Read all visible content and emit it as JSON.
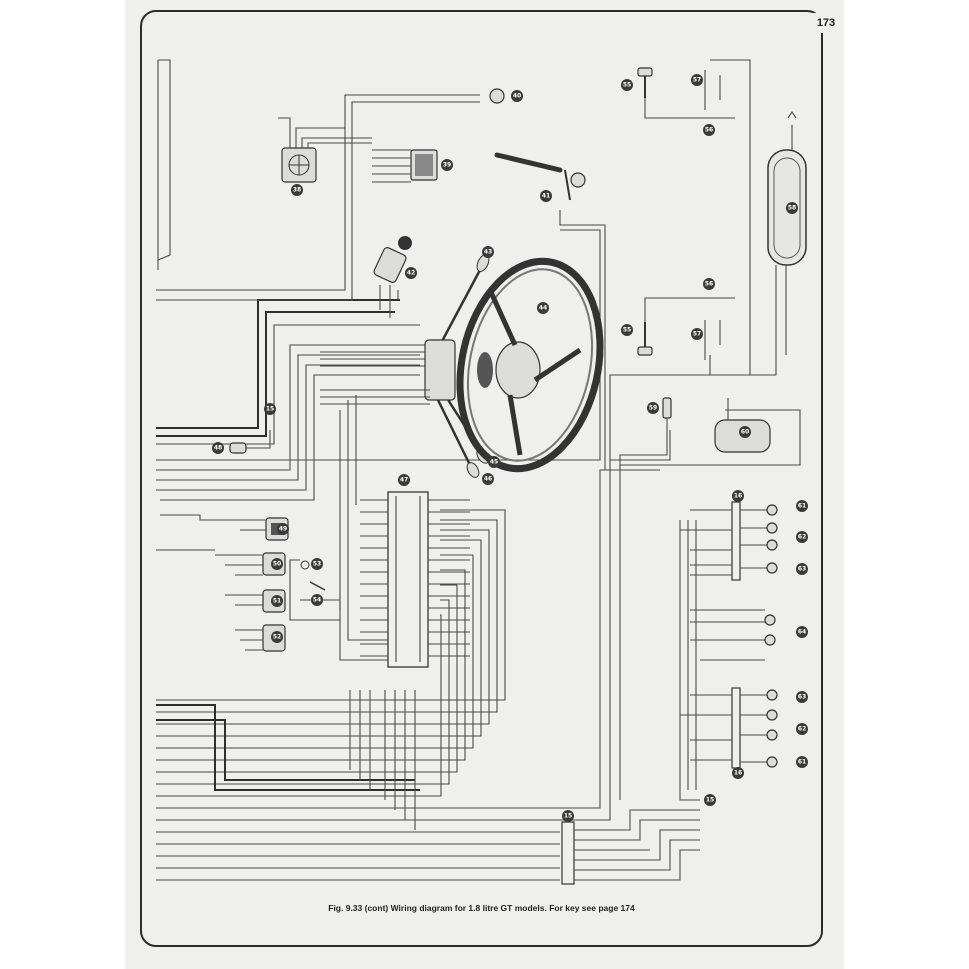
{
  "page_number": "173",
  "caption": "Fig. 9.33 (cont) Wiring diagram for 1.8 litre GT models. For key see page 174",
  "components": [
    {
      "id": "c38",
      "label": "38"
    },
    {
      "id": "c39",
      "label": "39"
    },
    {
      "id": "c40",
      "label": "40"
    },
    {
      "id": "c41",
      "label": "41"
    },
    {
      "id": "c42",
      "label": "42"
    },
    {
      "id": "c43",
      "label": "43"
    },
    {
      "id": "c44",
      "label": "44"
    },
    {
      "id": "c45",
      "label": "45"
    },
    {
      "id": "c46",
      "label": "46"
    },
    {
      "id": "c47",
      "label": "47"
    },
    {
      "id": "c48",
      "label": "48"
    },
    {
      "id": "c49",
      "label": "49"
    },
    {
      "id": "c50",
      "label": "50"
    },
    {
      "id": "c51",
      "label": "51"
    },
    {
      "id": "c52",
      "label": "52"
    },
    {
      "id": "c53",
      "label": "53"
    },
    {
      "id": "c54",
      "label": "54"
    },
    {
      "id": "c55a",
      "label": "55"
    },
    {
      "id": "c55b",
      "label": "55"
    },
    {
      "id": "c56a",
      "label": "56"
    },
    {
      "id": "c56b",
      "label": "56"
    },
    {
      "id": "c57a",
      "label": "57"
    },
    {
      "id": "c57b",
      "label": "57"
    },
    {
      "id": "c58",
      "label": "58"
    },
    {
      "id": "c59",
      "label": "59"
    },
    {
      "id": "c60",
      "label": "60"
    },
    {
      "id": "c61a",
      "label": "61"
    },
    {
      "id": "c62a",
      "label": "62"
    },
    {
      "id": "c63a",
      "label": "63"
    },
    {
      "id": "c64",
      "label": "64"
    },
    {
      "id": "c63b",
      "label": "63"
    },
    {
      "id": "c62b",
      "label": "62"
    },
    {
      "id": "c61b",
      "label": "61"
    },
    {
      "id": "c15a",
      "label": "15"
    },
    {
      "id": "c15b",
      "label": "15"
    },
    {
      "id": "c15c",
      "label": "15"
    },
    {
      "id": "c16a",
      "label": "16"
    },
    {
      "id": "c16b",
      "label": "16"
    }
  ]
}
